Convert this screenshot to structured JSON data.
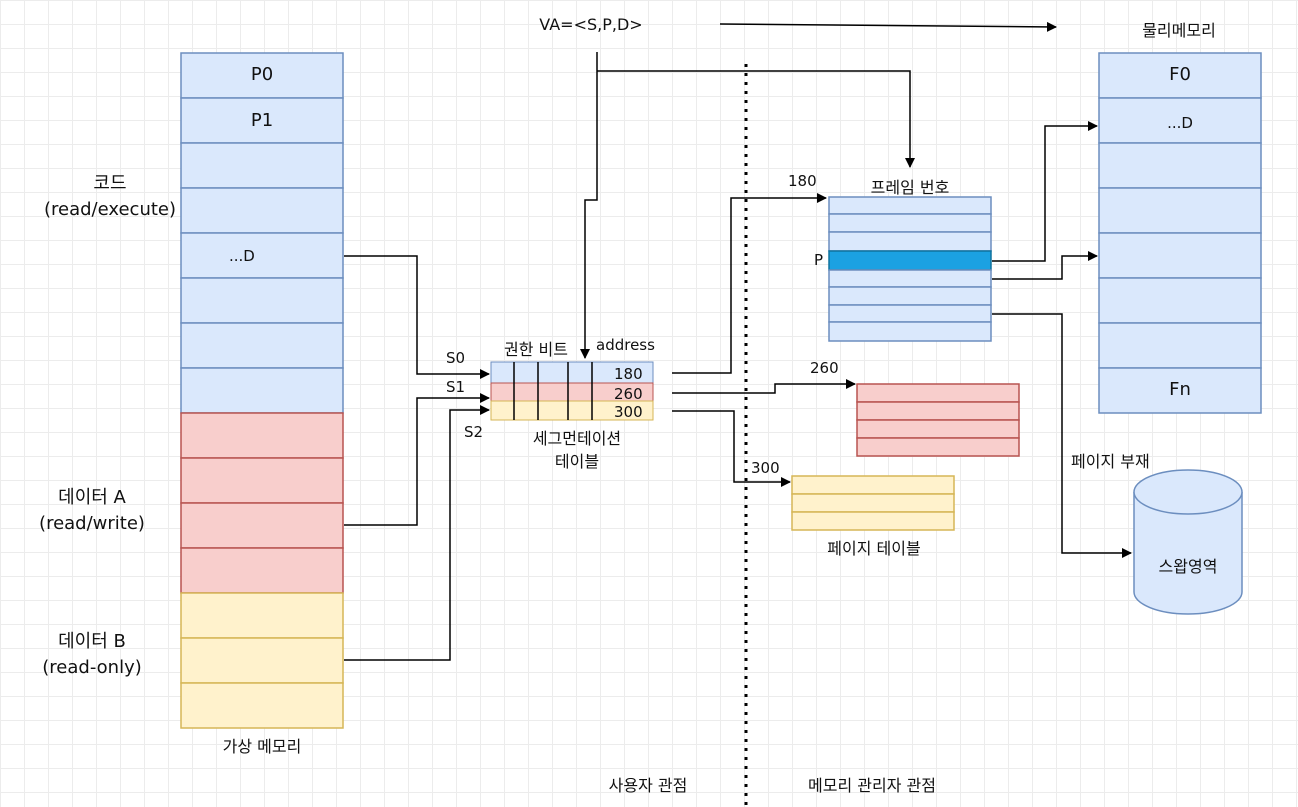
{
  "va_label": "VA=<S,P,D>",
  "virtual_memory": {
    "caption": "가상 메모리",
    "cells": [
      "P0",
      "P1",
      "",
      "",
      "...D",
      "",
      "",
      "",
      "",
      "",
      "",
      "",
      "",
      "",
      ""
    ],
    "segments": [
      {
        "label": "코드\n(read/execute)",
        "color": "#dae8fc",
        "border": "#6c8ebf"
      },
      {
        "label": "데이터 A\n(read/write)",
        "color": "#f8cecc",
        "border": "#b85450"
      },
      {
        "label": "데이터 B\n(read-only)",
        "color": "#fff2cc",
        "border": "#d6b656"
      }
    ]
  },
  "segment_table": {
    "caption": "세그먼테이션\n테이블",
    "permission_header": "권한 비트",
    "address_header": "address",
    "rows": [
      {
        "selector": "S0",
        "address": "180"
      },
      {
        "selector": "S1",
        "address": "260"
      },
      {
        "selector": "S2",
        "address": "300"
      }
    ]
  },
  "page_tables": {
    "frame_table_title": "프레임 번호",
    "frame_table_row_label": "P",
    "frame_table_address": "180",
    "red_table_address": "260",
    "yellow_table_address": "300",
    "yellow_table_caption": "페이지 테이블",
    "highlight_color": "#1ba1e2"
  },
  "physical_memory": {
    "title": "물리메모리",
    "cells": [
      "F0",
      "...D",
      "",
      "",
      "",
      "",
      "",
      "Fn"
    ],
    "page_fault_label": "페이지 부재",
    "swap_label": "스왑영역"
  },
  "perspectives": {
    "user": "사용자 관점",
    "manager": "메모리 관리자 관점"
  }
}
